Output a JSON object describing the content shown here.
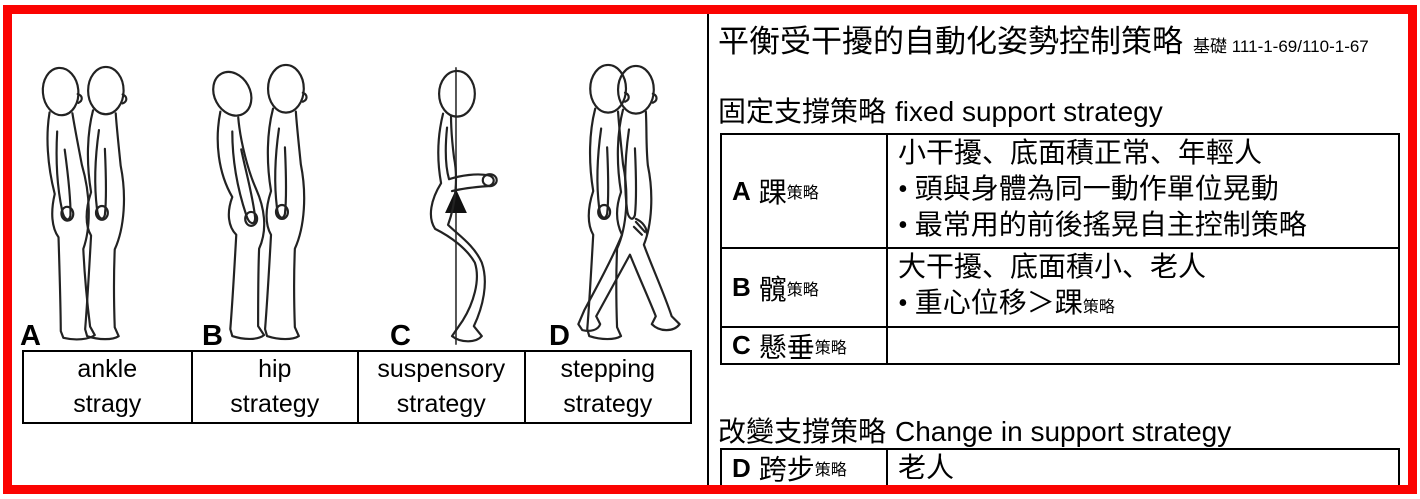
{
  "colors": {
    "frame_red": "#fb0301",
    "line_black": "#000000"
  },
  "left_panel": {
    "figures": [
      {
        "letter": "A",
        "label": {
          "top": "ankle",
          "bottom": "stragy"
        }
      },
      {
        "letter": "B",
        "label": {
          "top": "hip",
          "bottom": "strategy"
        }
      },
      {
        "letter": "C",
        "label": {
          "top": "suspensory",
          "bottom": "strategy"
        }
      },
      {
        "letter": "D",
        "label": {
          "top": "stepping",
          "bottom": "strategy"
        }
      }
    ]
  },
  "right_panel": {
    "title": "平衡受干擾的自動化姿勢控制策略",
    "title_ref": "基礎 111-1-69/110-1-67",
    "fixed_section": {
      "heading_zh": "固定支撐策略",
      "heading_en": "fixed support strategy",
      "rows": [
        {
          "letter": "A",
          "name_zh": "踝",
          "name_sub": "策略",
          "lines": [
            "小干擾、底面積正常、年輕人",
            "• 頭與身體為同一動作單位晃動",
            "• 最常用的前後搖晃自主控制策略"
          ]
        },
        {
          "letter": "B",
          "name_zh": "髖",
          "name_sub": "策略",
          "lines": [
            "大干擾、底面積小、老人"
          ],
          "line2_main": "• 重心位移＞踝",
          "line2_sub": "策略"
        },
        {
          "letter": "C",
          "name_zh": "懸垂",
          "name_sub": "策略",
          "lines": []
        }
      ]
    },
    "change_section": {
      "heading_zh": "改變支撐策略",
      "heading_en": "Change in support strategy",
      "rows": [
        {
          "letter": "D",
          "name_zh": "跨步",
          "name_sub": "策略",
          "content": "老人"
        }
      ]
    }
  }
}
